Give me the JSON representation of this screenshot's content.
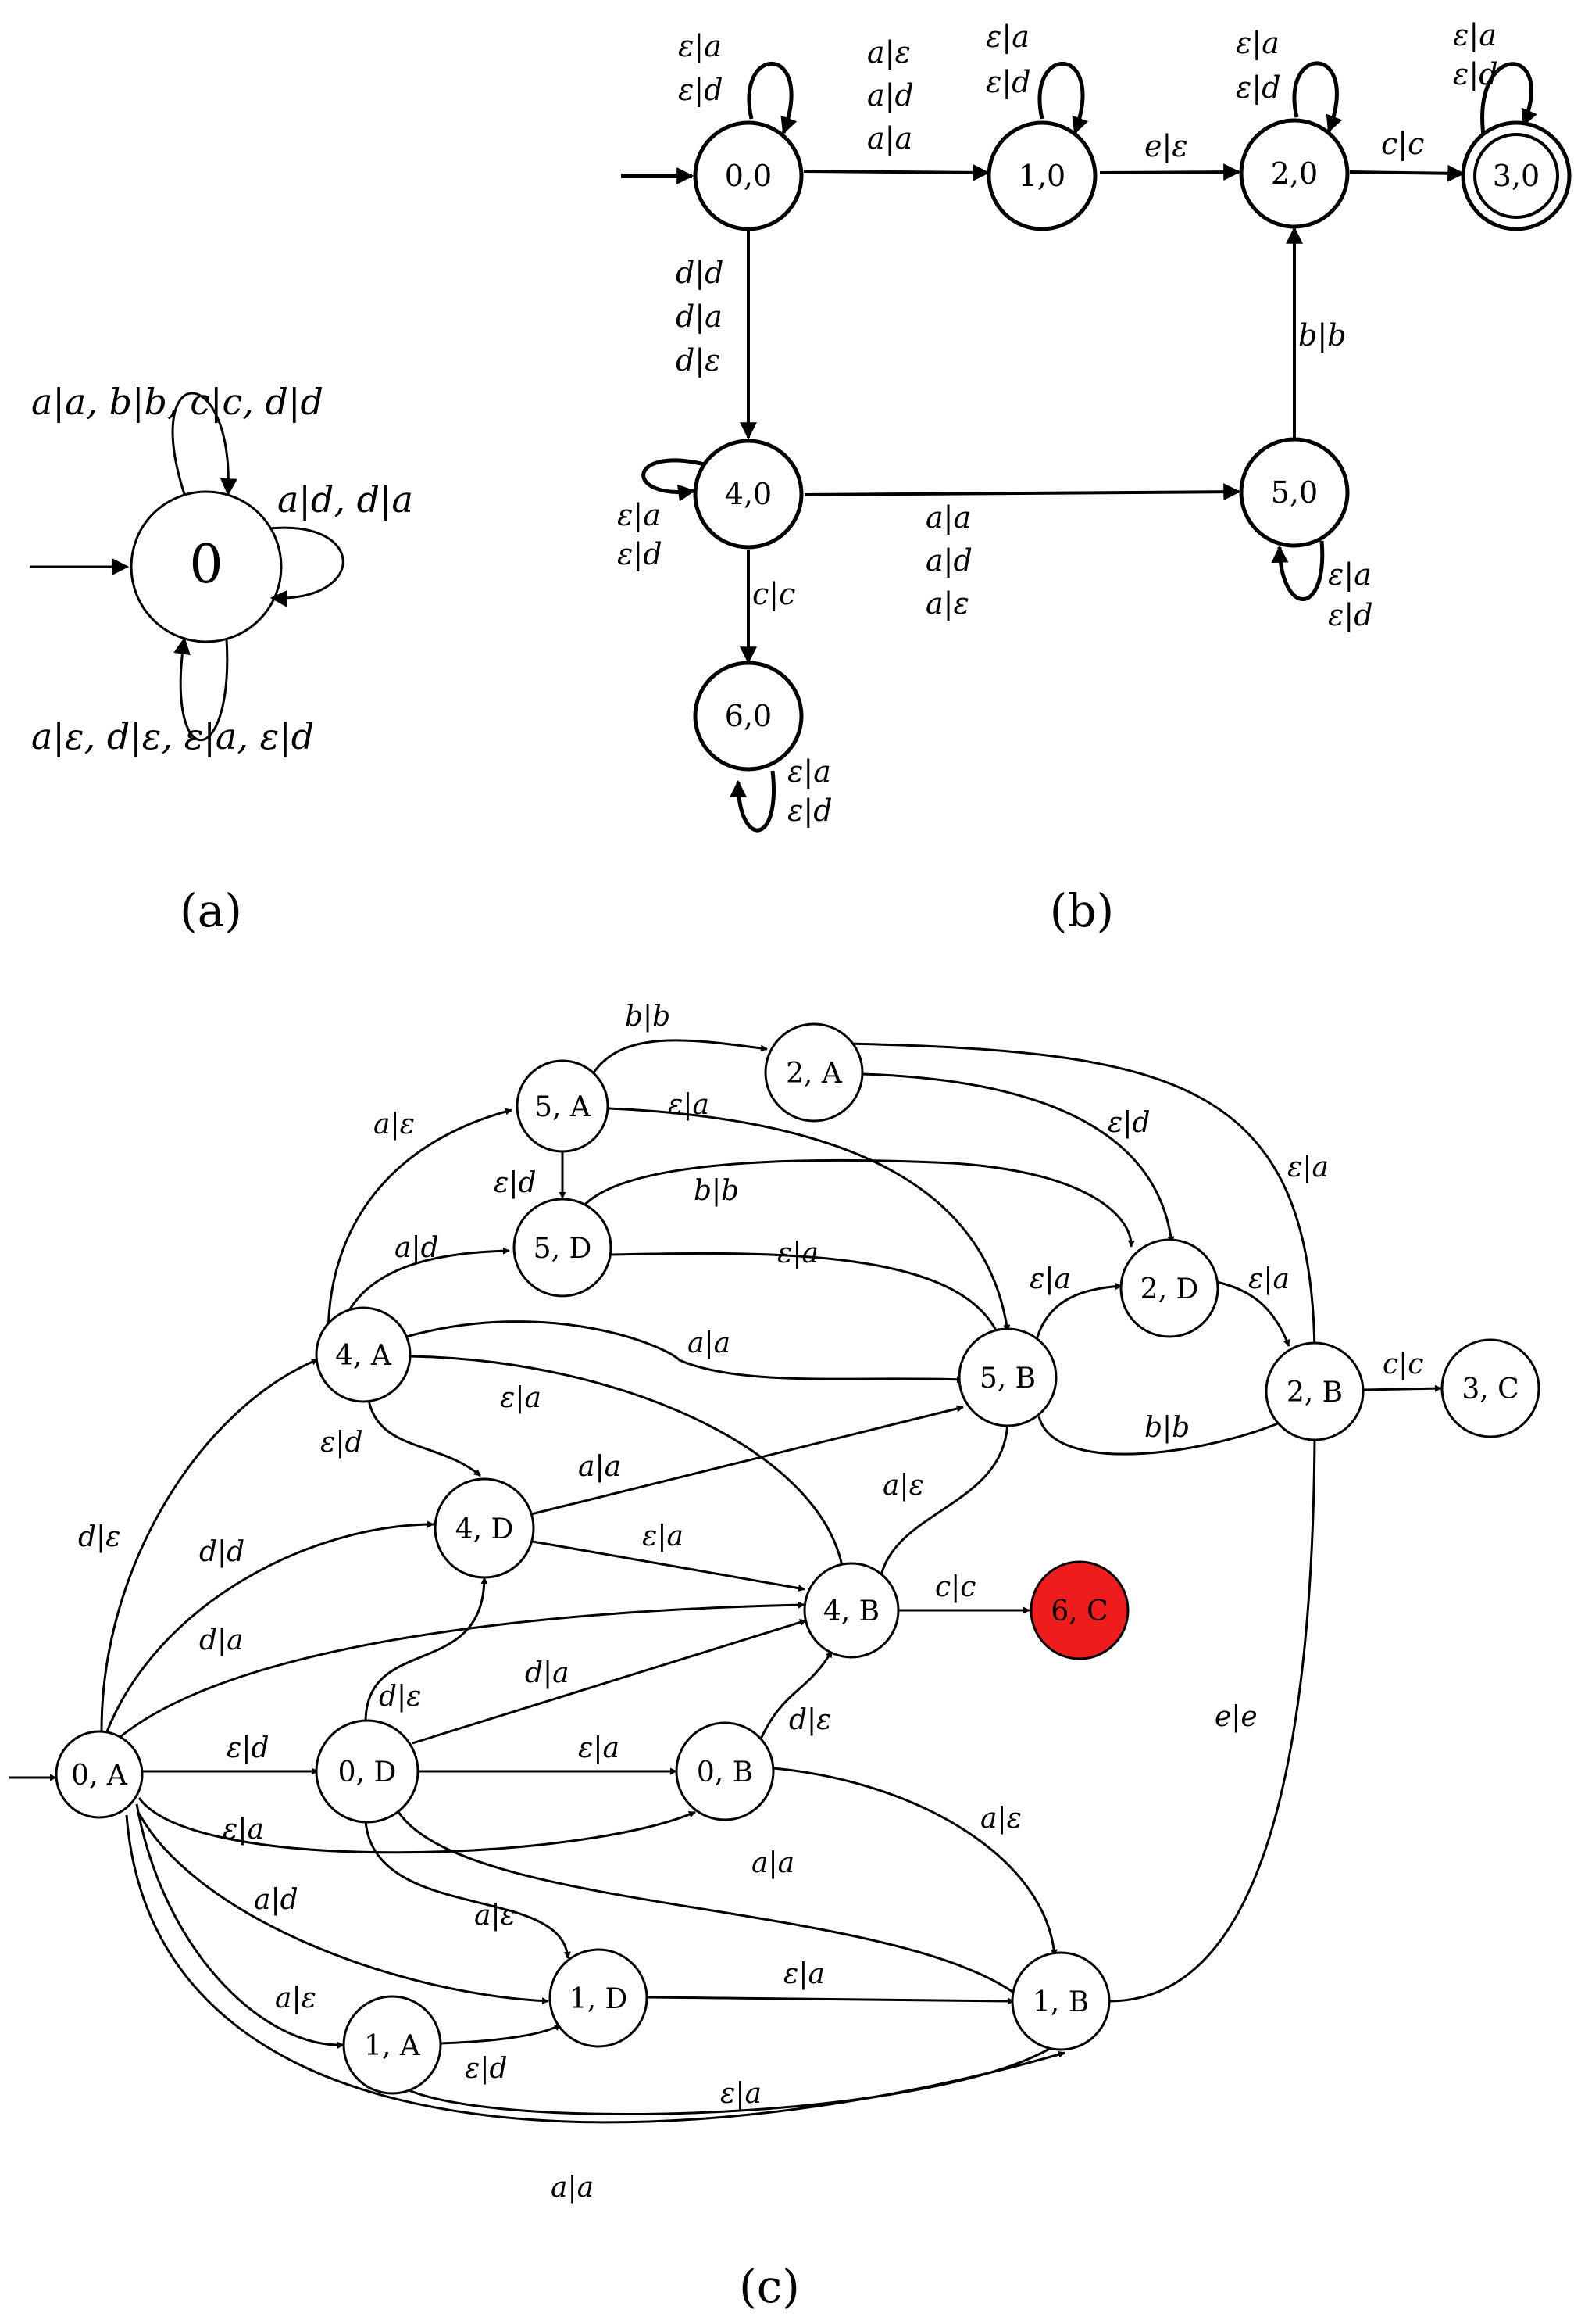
{
  "panels": {
    "a": {
      "caption": "(a)",
      "states": [
        {
          "id": "0",
          "label": "0"
        }
      ],
      "labels": {
        "loop_top": "a|a, b|b, c|c, d|d",
        "loop_right": "a|d, d|a",
        "loop_bottom": "a|ε, d|ε, ε|a, ε|d"
      }
    },
    "b": {
      "caption": "(b)",
      "states": [
        {
          "id": "00",
          "label": "0,0"
        },
        {
          "id": "10",
          "label": "1,0"
        },
        {
          "id": "20",
          "label": "2,0"
        },
        {
          "id": "30",
          "label": "3,0"
        },
        {
          "id": "40",
          "label": "4,0"
        },
        {
          "id": "50",
          "label": "5,0"
        },
        {
          "id": "60",
          "label": "6,0"
        }
      ],
      "labels": {
        "loop_00": [
          "ε|a",
          "ε|d"
        ],
        "e00_10": [
          "a|ε",
          "a|d",
          "a|a"
        ],
        "loop_10": [
          "ε|a",
          "ε|d"
        ],
        "e10_20": [
          "e|ε"
        ],
        "loop_20": [
          "ε|a",
          "ε|d"
        ],
        "e20_30": [
          "c|c"
        ],
        "loop_30": [
          "ε|a",
          "ε|d"
        ],
        "e00_40": [
          "d|d",
          "d|a",
          "d|ε"
        ],
        "e50_20": [
          "b|b"
        ],
        "loop_40": [
          "ε|a",
          "ε|d"
        ],
        "e40_50": [
          "a|a",
          "a|d",
          "a|ε"
        ],
        "loop_50": [
          "ε|a",
          "ε|d"
        ],
        "e40_60": [
          "c|c"
        ],
        "loop_60": [
          "ε|a",
          "ε|d"
        ]
      }
    },
    "c": {
      "caption": "(c)",
      "highlight_color": "#ee1c1c",
      "states": [
        {
          "id": "0A",
          "label": "0, A"
        },
        {
          "id": "0D",
          "label": "0, D"
        },
        {
          "id": "0B",
          "label": "0, B"
        },
        {
          "id": "1A",
          "label": "1, A"
        },
        {
          "id": "1D",
          "label": "1, D"
        },
        {
          "id": "1B",
          "label": "1, B"
        },
        {
          "id": "4A",
          "label": "4, A"
        },
        {
          "id": "4D",
          "label": "4, D"
        },
        {
          "id": "4B",
          "label": "4, B"
        },
        {
          "id": "5A",
          "label": "5, A"
        },
        {
          "id": "5D",
          "label": "5, D"
        },
        {
          "id": "5B",
          "label": "5, B"
        },
        {
          "id": "2A",
          "label": "2, A"
        },
        {
          "id": "2D",
          "label": "2, D"
        },
        {
          "id": "2B",
          "label": "2, B"
        },
        {
          "id": "3C",
          "label": "3, C"
        },
        {
          "id": "6C",
          "label": "6, C"
        }
      ],
      "labels": {
        "e0A_0D": "ε|d",
        "e0A_0B": "ε|a",
        "e0A_1A": "a|ε",
        "e0A_1D": "a|d",
        "e0A_1B": "a|a",
        "e0A_4A": "d|ε",
        "e0A_4D": "d|d",
        "e0A_4B": "d|a",
        "e0D_0B": "ε|a",
        "e0D_4D": "d|ε",
        "e0D_4B": "d|a",
        "e0D_1D": "a|ε",
        "e0D_1B": "a|a",
        "e0B_4B": "d|ε",
        "e0B_1B": "a|ε",
        "e1A_1D": "ε|d",
        "e1A_1B": "ε|a",
        "e1D_1B": "ε|a",
        "e1B_2B": "e|e",
        "e4A_5A": "a|ε",
        "e4A_5D": "a|d",
        "e4A_5B": "a|a",
        "e4A_4D": "ε|d",
        "e4A_4B": "ε|a",
        "e4D_5B": "a|a",
        "e4D_4B": "ε|a",
        "e4B_5B": "a|ε",
        "e4B_6C": "c|c",
        "e5A_2A": "b|b",
        "e5A_5D": "ε|d",
        "e5A_5B": "ε|a",
        "e5D_2D": "b|b",
        "e5D_5B": "ε|a",
        "e5B_2D": "ε|a",
        "e5B_2B": "b|b",
        "e2A_2D": "ε|d",
        "e2A_2B": "ε|a",
        "e2D_2B": "ε|a",
        "e2B_3C": "c|c"
      }
    }
  }
}
